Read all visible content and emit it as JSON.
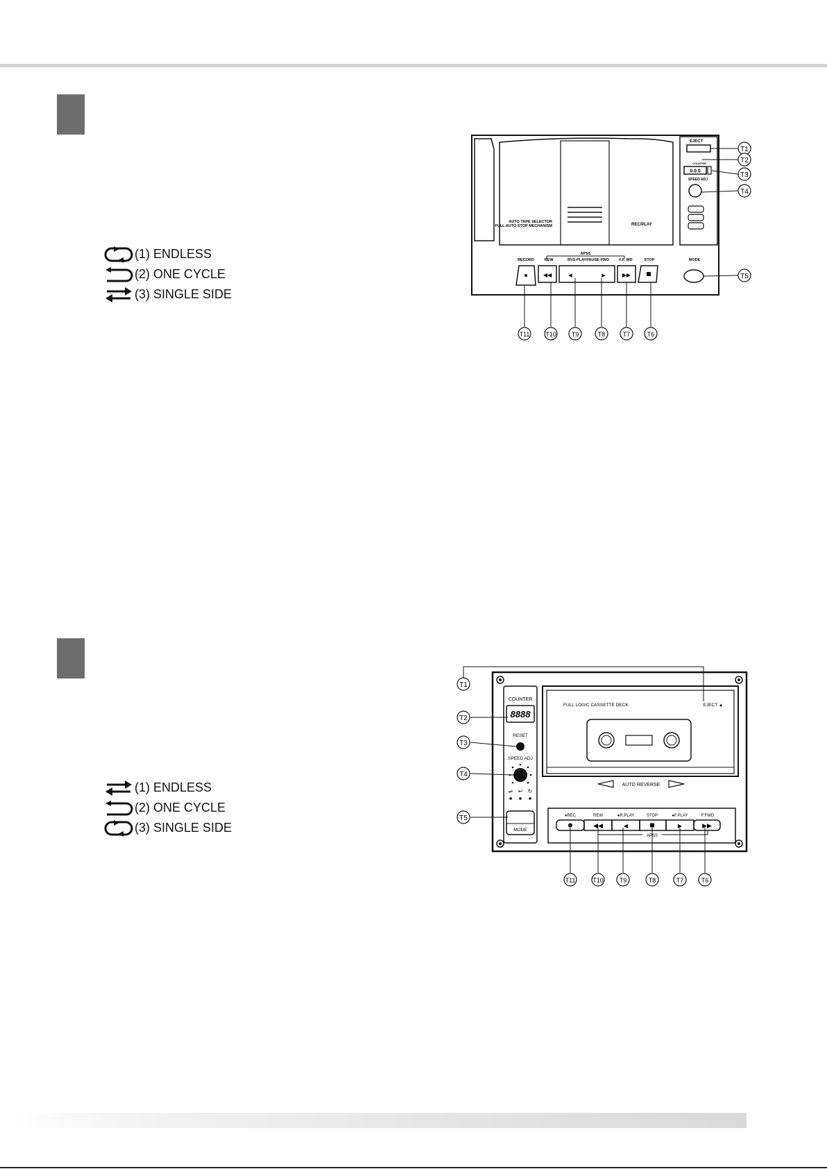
{
  "legend1": {
    "items": [
      {
        "label": "(1) ENDLESS",
        "icon": "endless-loop-icon"
      },
      {
        "label": "(2) ONE CYCLE",
        "icon": "one-cycle-icon"
      },
      {
        "label": "(3) SINGLE SIDE",
        "icon": "single-side-arrows-icon"
      }
    ]
  },
  "legend2": {
    "items": [
      {
        "label": "(1) ENDLESS",
        "icon": "single-side-arrows-icon"
      },
      {
        "label": "(2) ONE CYCLE",
        "icon": "one-cycle-icon"
      },
      {
        "label": "(3) SINGLE SIDE",
        "icon": "endless-loop-icon"
      }
    ]
  },
  "deck1": {
    "eject": "EJECT",
    "counter": "COUNTER",
    "counter_display": "0.0.0",
    "speed_adj": "SPEED ADJ",
    "auto_tape_1": "AUTO TAPE SELECTOR",
    "auto_tape_2": "FULL AUTO STOP MECHANISM",
    "rec_play": "REC/PLAY",
    "apss": "APSS",
    "record": "RECORD",
    "rew": "REW",
    "rvs_play": "RVS-PLAYPAUSE-FWD",
    "ffwd": "F.F. WD",
    "stop": "STOP",
    "mode": "MODE",
    "callouts": [
      "T1",
      "T2",
      "T3",
      "T4",
      "T5",
      "T11",
      "T10",
      "T9",
      "T8",
      "T7",
      "T6"
    ]
  },
  "deck2": {
    "counter": "COUNTER",
    "counter_display": "8888",
    "reset": "RESET",
    "speed_adj": "SPEED ADJ",
    "mode": "MODE",
    "deck_title": "FULL LOGIC CASSETTE DECK",
    "eject": "EJECT ▲",
    "auto_reverse": "AUTO REVERSE",
    "rec": "●REC",
    "rew": "REW",
    "rplay": "●R.PLAY",
    "stop": "STOP",
    "fplay": "●F.PLAY",
    "ffwd": "F.FWD",
    "apss": "APSS",
    "callouts": [
      "T1",
      "T2",
      "T3",
      "T4",
      "T5",
      "T11",
      "T10",
      "T9",
      "T8",
      "T7",
      "T6"
    ]
  }
}
